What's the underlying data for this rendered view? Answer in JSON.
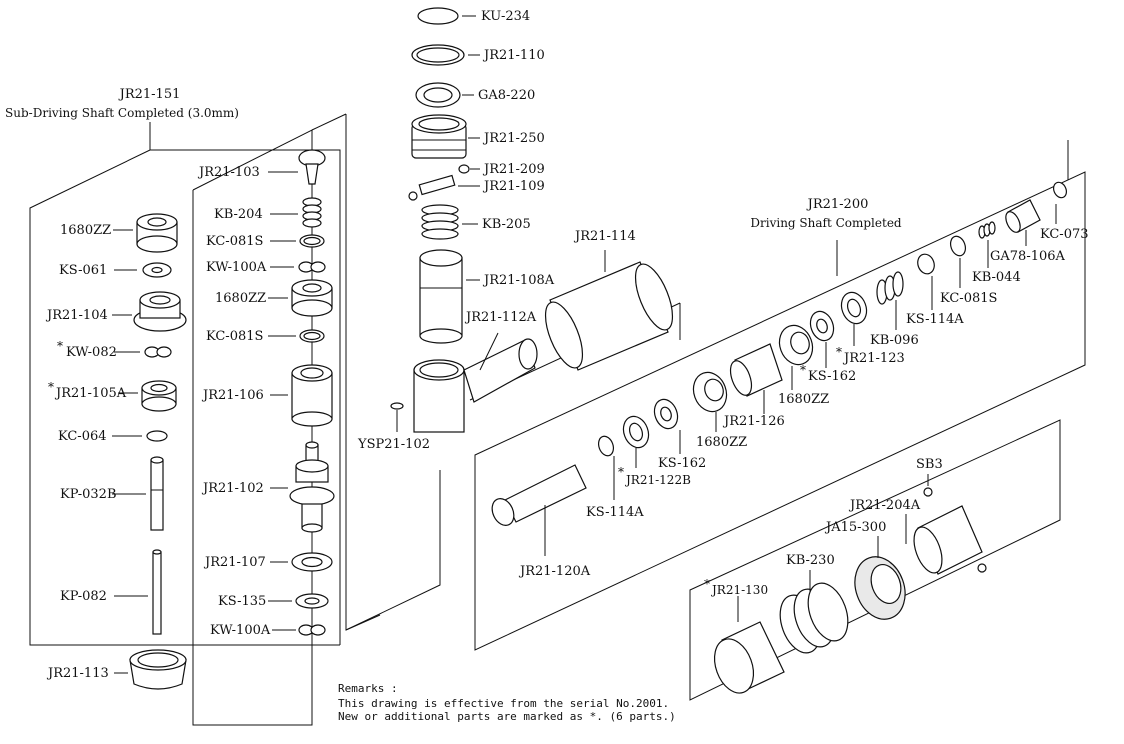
{
  "sub_assembly": {
    "code": "JR21-151",
    "title": "Sub-Driving Shaft Completed (3.0mm)"
  },
  "main_assembly": {
    "code": "JR21-200",
    "title": "Driving Shaft Completed"
  },
  "labels": {
    "ku234": "KU-234",
    "jr21_110": "JR21-110",
    "ga8_220": "GA8-220",
    "jr21_250": "JR21-250",
    "jr21_209": "JR21-209",
    "jr21_109": "JR21-109",
    "kb205": "KB-205",
    "jr21_114": "JR21-114",
    "jr21_108a": "JR21-108A",
    "jr21_112a": "JR21-112A",
    "ysp21_102": "YSP21-102",
    "jr21_103": "JR21-103",
    "kb204": "KB-204",
    "kc081s_a": "KC-081S",
    "kw100a_a": "KW-100A",
    "b1680zz_a": "1680ZZ",
    "kc081s_b": "KC-081S",
    "jr21_106": "JR21-106",
    "jr21_102": "JR21-102",
    "jr21_107": "JR21-107",
    "ks135": "KS-135",
    "kw100a_b": "KW-100A",
    "b1680zz_s": "1680ZZ",
    "ks061": "KS-061",
    "jr21_104": "JR21-104",
    "kw082": "KW-082",
    "jr21_105a": "JR21-105A",
    "kc064": "KC-064",
    "kp032b": "KP-032B",
    "kp082": "KP-082",
    "jr21_113": "JR21-113",
    "kc073": "KC-073",
    "ga78_106a": "GA78-106A",
    "kb044": "KB-044",
    "kc081s_c": "KC-081S",
    "ks114a_a": "KS-114A",
    "kb096": "KB-096",
    "jr21_123": "JR21-123",
    "ks162_a": "KS-162",
    "b1680zz_b": "1680ZZ",
    "jr21_126": "JR21-126",
    "b1680zz_c": "1680ZZ",
    "ks162_b": "KS-162",
    "jr21_122b": "JR21-122B",
    "ks114a_b": "KS-114A",
    "jr21_120a": "JR21-120A",
    "sb3": "SB3",
    "jr21_204a": "JR21-204A",
    "ja15_300": "JA15-300",
    "kb230": "KB-230",
    "jr21_130": "JR21-130"
  },
  "new_part_mark": "*",
  "remarks": {
    "heading": "Remarks :",
    "line1": "This drawing is effective from the serial No.2001.",
    "line2": "New or additional parts are marked as *. (6 parts.)"
  }
}
